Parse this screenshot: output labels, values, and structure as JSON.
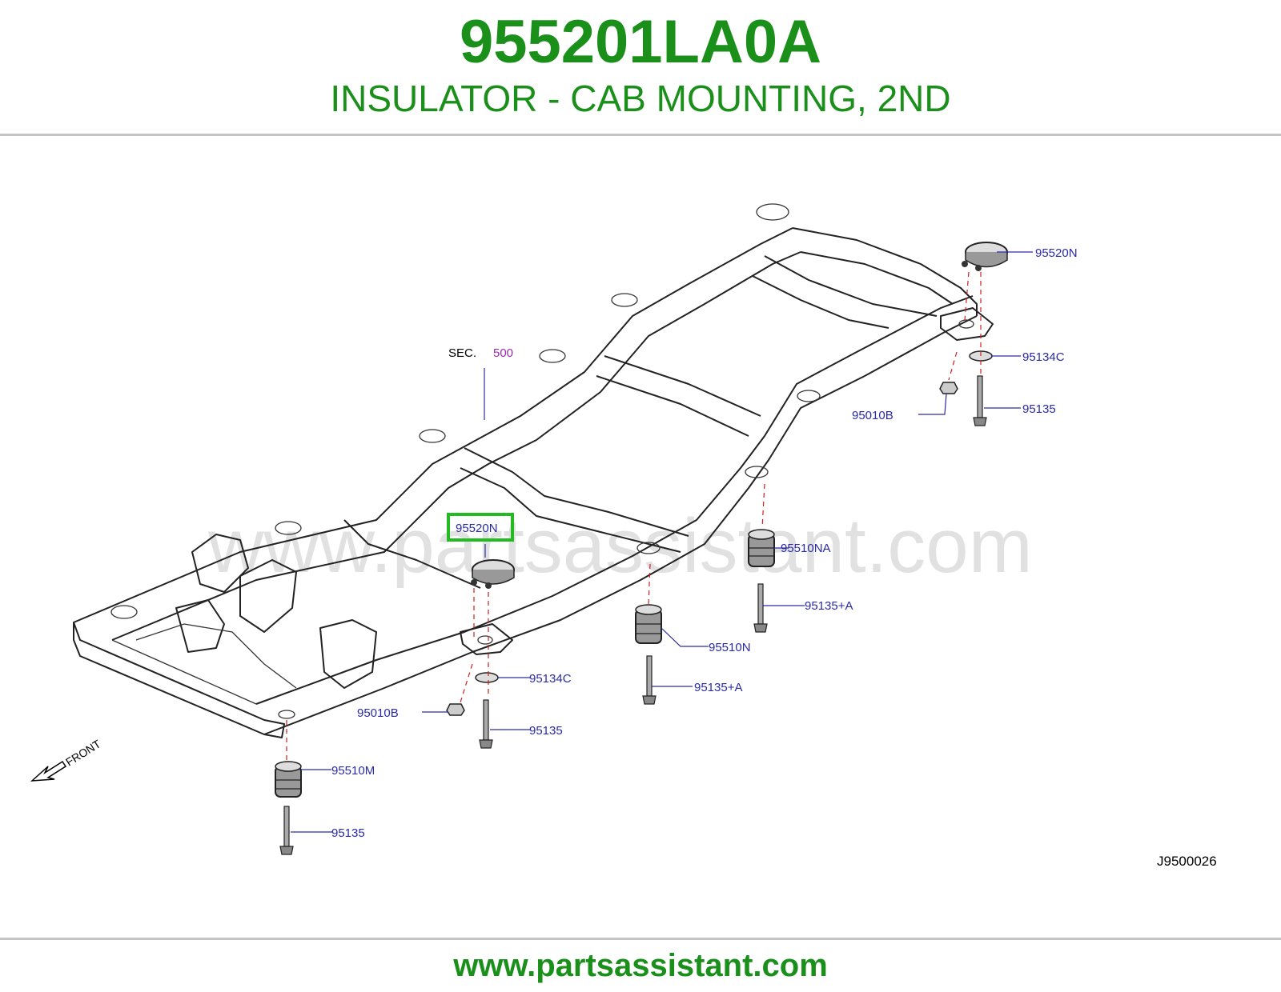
{
  "header": {
    "part_number": "955201LA0A",
    "description": "INSULATOR - CAB MOUNTING, 2ND"
  },
  "diagram": {
    "section_label": "SEC.",
    "section_ref": "500",
    "watermark": "www.partsassistant.com",
    "front_label": "FRONT",
    "figure_code": "J9500026",
    "highlight_color": "#22bb22",
    "callout_color": "#2a2aa6",
    "callouts": {
      "rear_insulator": "95520N",
      "rear_washer": "95134C",
      "rear_nut": "95010B",
      "rear_bolt": "95135",
      "highlighted": "95520N",
      "mid_insulator_a": "95510NA",
      "mid_bolt_a": "95135+A",
      "mid_insulator": "95510N",
      "mid_bolt": "95135+A",
      "front_washer": "95134C",
      "front_nut": "95010B",
      "front_bolt": "95135",
      "front_insulator": "95510M",
      "front_lower_bolt": "95135"
    }
  },
  "footer": {
    "url": "www.partsassistant.com"
  }
}
